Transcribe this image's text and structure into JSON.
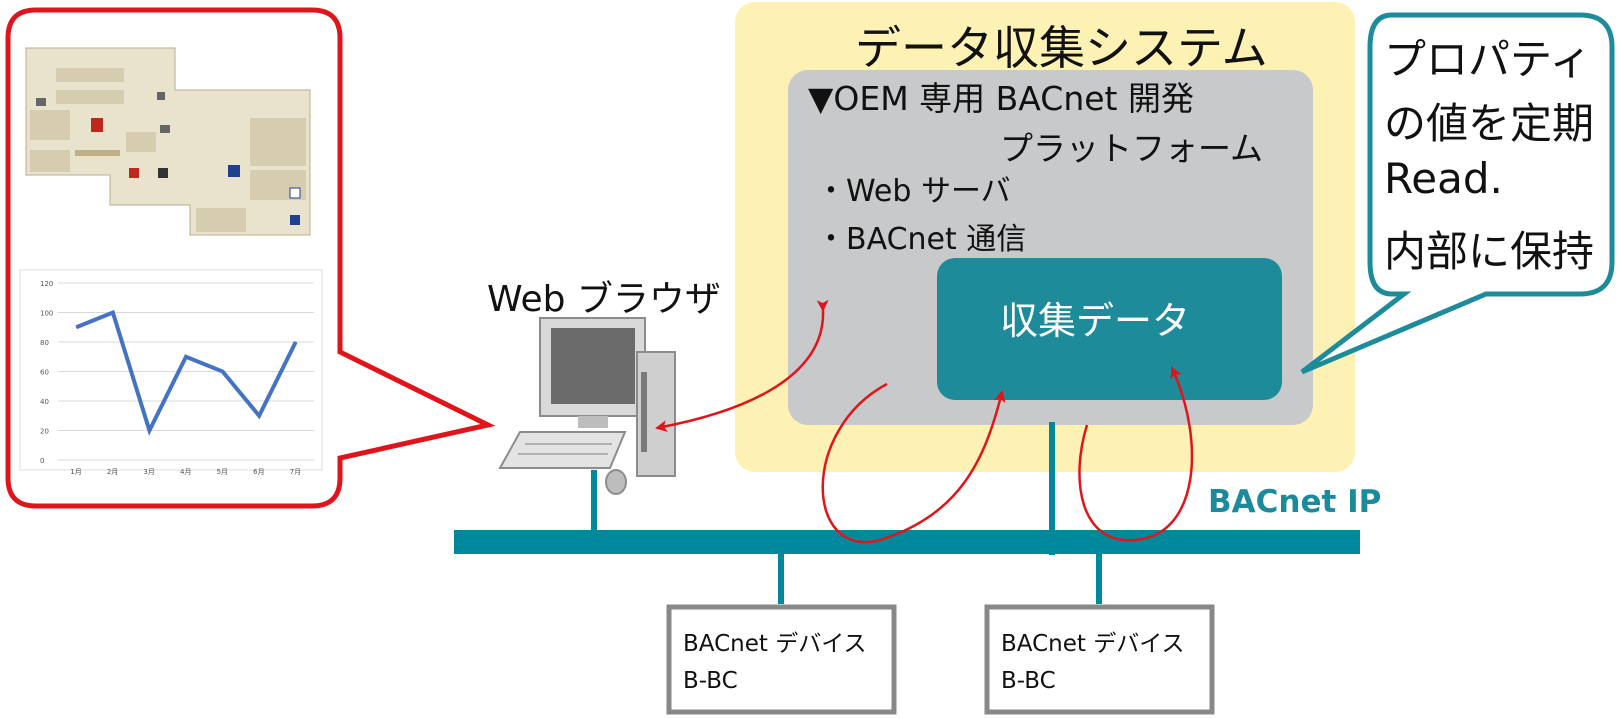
{
  "colors": {
    "system_bg": "#fdf1b3",
    "platform_bg": "#c8c9ca",
    "collected_bg": "#1e8b9b",
    "callout_border": "#1e8b9b",
    "network": "#00899b",
    "arrow": "#e0151b",
    "zoom_callout_border": "#e0151b",
    "device_border": "#888888",
    "chart_line": "#4472c4"
  },
  "system": {
    "title": "データ収集システム"
  },
  "platform": {
    "title_line1": "▼OEM 専用 BACnet 開発",
    "title_line2": "プラットフォーム",
    "features": [
      "・Web サーバ",
      "・BACnet 通信"
    ]
  },
  "collected_data": {
    "label": "収集データ"
  },
  "callout": {
    "lines": [
      "プロパティ",
      "の値を定期",
      "Read.",
      "内部に保持"
    ]
  },
  "browser": {
    "label": "Web ブラウザ"
  },
  "network": {
    "label": "BACnet IP"
  },
  "devices": [
    {
      "line1": "BACnet デバイス",
      "line2": "B-BC"
    },
    {
      "line1": "BACnet デバイス",
      "line2": "B-BC"
    }
  ],
  "icons": [
    "computer-icon",
    "floor-map-icon"
  ],
  "chart_data": {
    "type": "line",
    "categories": [
      "1月",
      "2月",
      "3月",
      "4月",
      "5月",
      "6月",
      "7月"
    ],
    "values": [
      90,
      100,
      20,
      70,
      60,
      30,
      80
    ],
    "ylim": [
      0,
      120
    ],
    "yticks": [
      0,
      20,
      40,
      60,
      80,
      100,
      120
    ],
    "grid": true
  }
}
